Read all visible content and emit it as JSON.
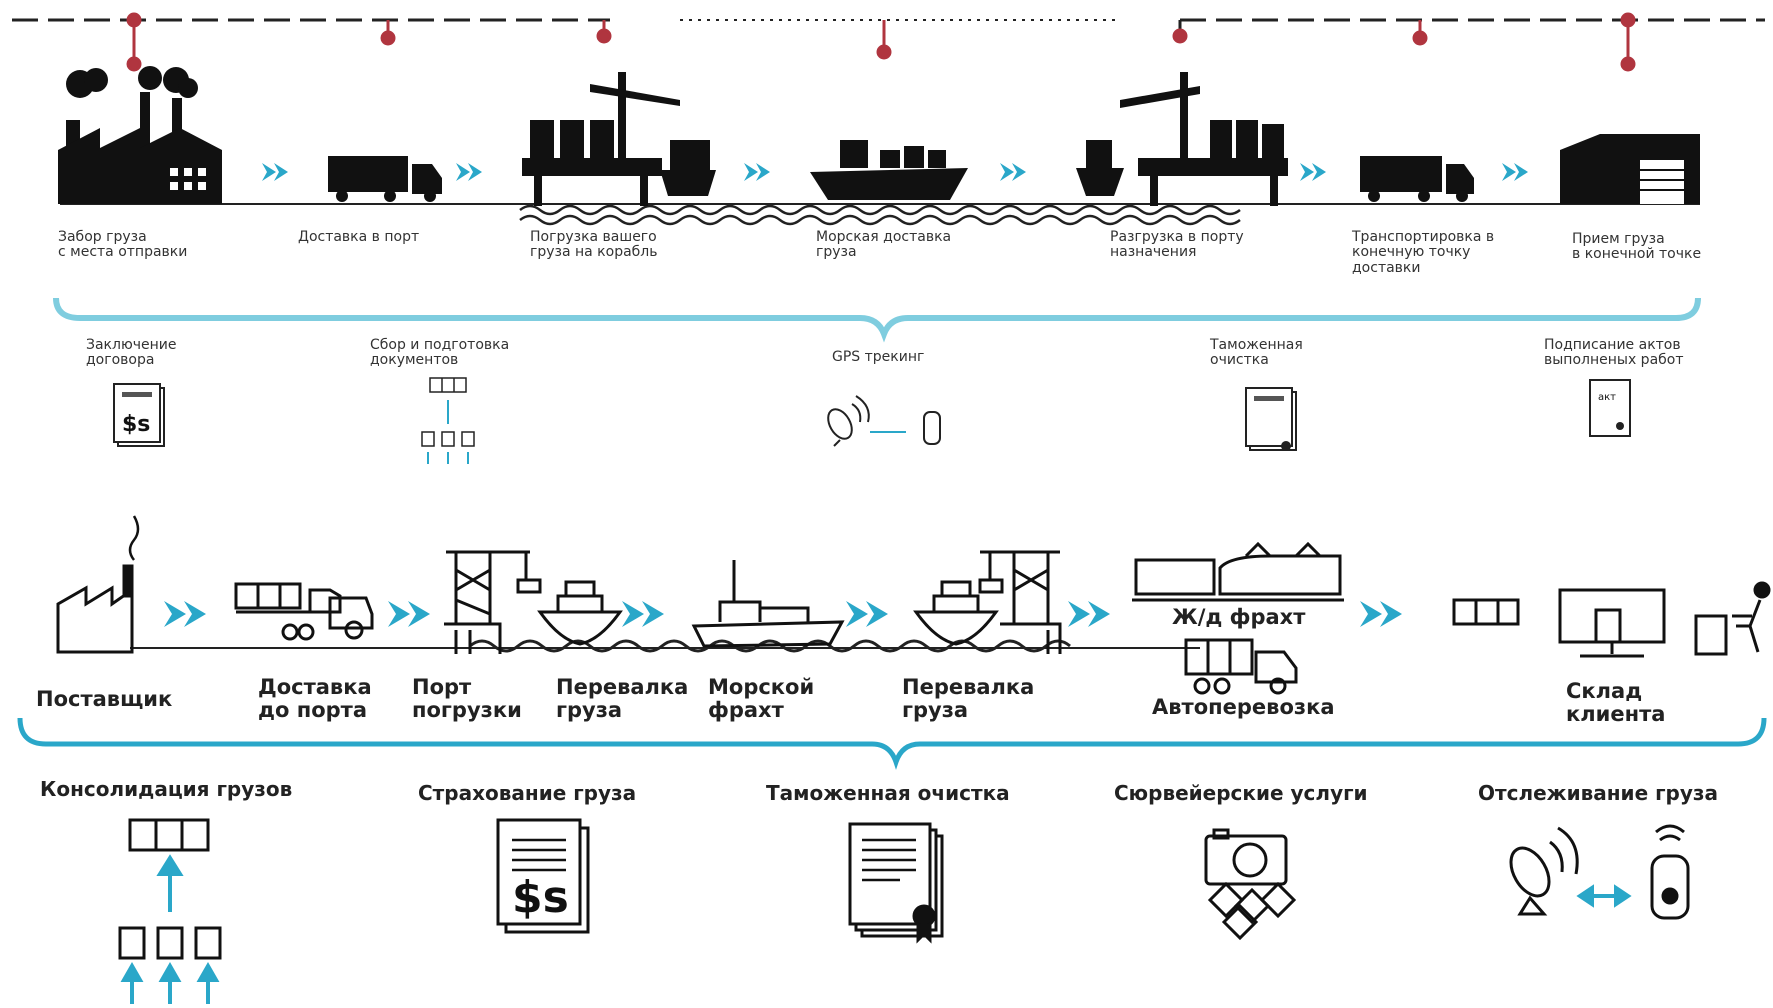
{
  "colors": {
    "accent": "#2aa7c9",
    "marker": "#b0353f",
    "ink": "#111111"
  },
  "top_diagram": {
    "steps": [
      {
        "label": "Забор груза\nс места отправки",
        "icon": "factory-icon"
      },
      {
        "label": "Доставка в порт",
        "icon": "truck-icon"
      },
      {
        "label": "Погрузка вашего\nгруза на корабль",
        "icon": "port-crane-icon"
      },
      {
        "label": "Морская доставка\nгруза",
        "icon": "cargo-ship-icon"
      },
      {
        "label": "Разгрузка в порту\nназначения",
        "icon": "port-crane-icon"
      },
      {
        "label": "Транспортировка в\nконечную точку\nдоставки",
        "icon": "truck-icon"
      },
      {
        "label": "Прием груза\nв конечной точке",
        "icon": "warehouse-icon"
      }
    ],
    "services": [
      {
        "label": "Заключение\nдоговора",
        "icon": "contract-icon"
      },
      {
        "label": "Сбор и подготовка\nдокументов",
        "icon": "consolidation-icon"
      },
      {
        "label": "GPS трекинг",
        "icon": "satellite-tracking-icon"
      },
      {
        "label": "Таможенная\nочистка",
        "icon": "customs-document-icon"
      },
      {
        "label": "Подписание актов\nвыполненых работ",
        "icon": "act-document-icon"
      }
    ],
    "contract_icon_text": "$s",
    "act_icon_text": "акт"
  },
  "bottom_diagram": {
    "steps": [
      {
        "label": "Поставщик",
        "icon": "factory-icon"
      },
      {
        "label": "Доставка\nдо порта",
        "icon": "truck-icon"
      },
      {
        "label": "Порт\nпогрузки",
        "icon": "port-crane-icon"
      },
      {
        "label": "Перевалка\nгруза",
        "icon": "ship-icon"
      },
      {
        "label": "Морской\nфрахт",
        "icon": "cargo-ship-icon"
      },
      {
        "label": "Перевалка\nгруза",
        "icon": "ship-icon"
      },
      {
        "label": "Ж/д фрахт",
        "icon": "train-icon"
      },
      {
        "label": "Автоперевозка",
        "icon": "truck-icon"
      },
      {
        "label": "Склад\nклиента",
        "icon": "warehouse-monitor-icon"
      }
    ],
    "services": [
      {
        "label": "Консолидация грузов",
        "icon": "consolidation-icon"
      },
      {
        "label": "Страхование  груза",
        "icon": "insurance-icon"
      },
      {
        "label": "Таможенная очистка",
        "icon": "customs-document-icon"
      },
      {
        "label": "Сюрвейерские услуги",
        "icon": "camera-survey-icon"
      },
      {
        "label": "Отслеживание груза",
        "icon": "satellite-tracking-icon"
      }
    ],
    "insurance_icon_text": "$s"
  }
}
